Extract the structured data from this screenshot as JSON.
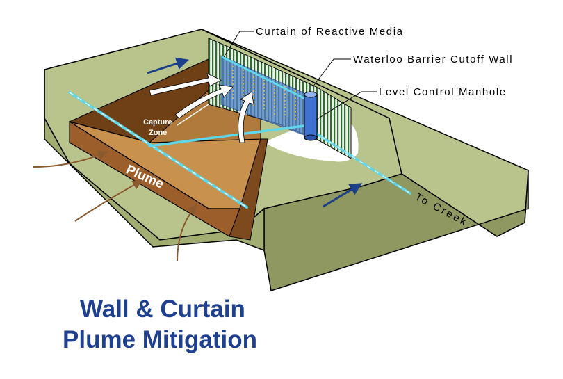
{
  "diagram": {
    "title_line1": "Wall & Curtain",
    "title_line2": "Plume Mitigation",
    "labels": {
      "curtain": "Curtain of Reactive Media",
      "barrier": "Waterloo Barrier Cutoff Wall",
      "manhole": "Level Control Manhole",
      "capture_line1": "Capture",
      "capture_line2": "Zone",
      "plume": "Plume",
      "creek": "To Creek"
    },
    "colors": {
      "ground_top": "#b8c48c",
      "ground_side": "#a2ad72",
      "ground_front": "#8e9860",
      "plume_top": "#c8914e",
      "plume_front": "#9c5f2b",
      "pit_dark": "#6f4016",
      "flow_arrow": "#1c3f8a",
      "pipe": "#5fd6ea",
      "wall": "#2e6e2e",
      "reactive": "#4f7ec8",
      "manhole": "#3f72d1",
      "title": "#1f3f8f"
    }
  }
}
